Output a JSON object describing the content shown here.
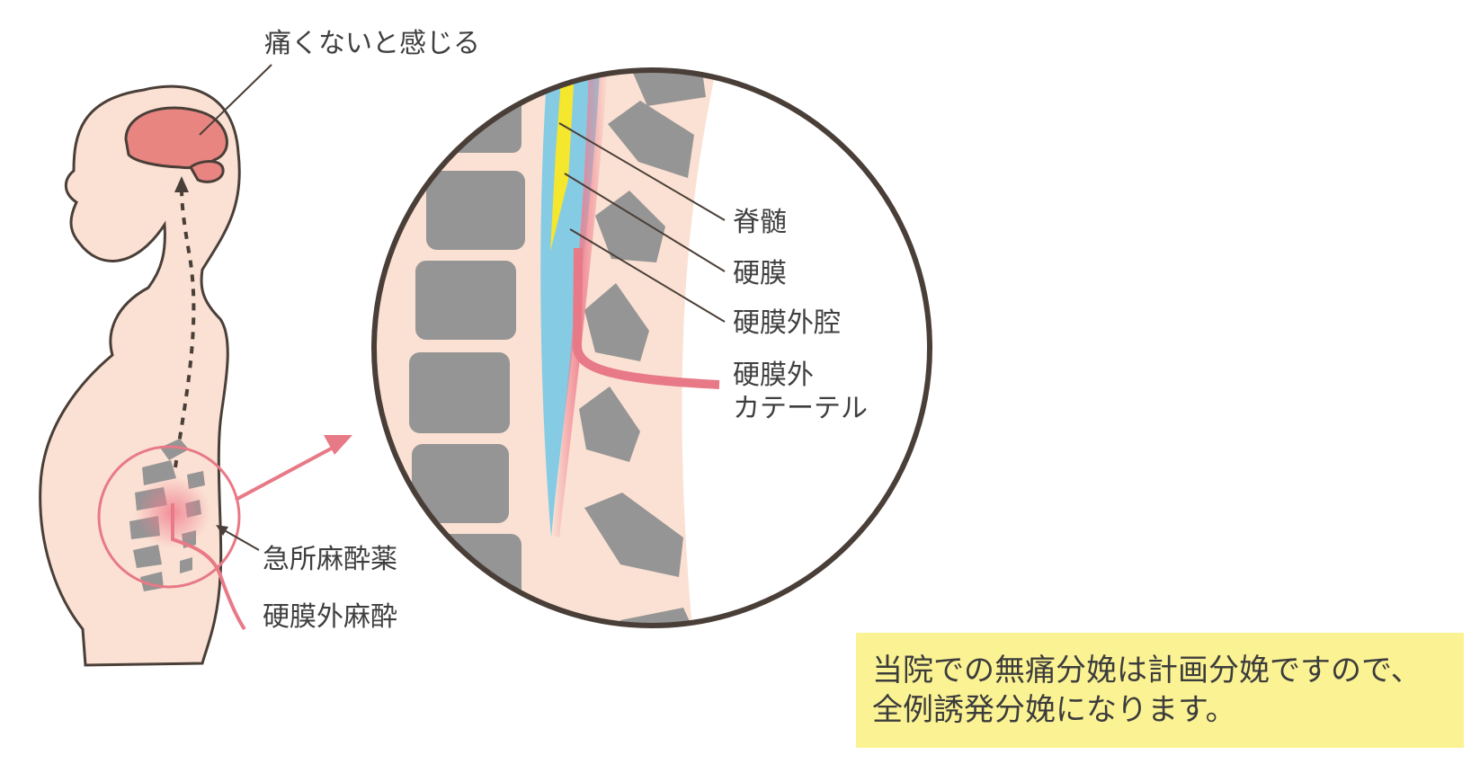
{
  "labels": {
    "brain": "痛くないと感じる",
    "spinal_cord": "脊髄",
    "dura": "硬膜",
    "epidural_space": "硬膜外腔",
    "catheter_line1": "硬膜外",
    "catheter_line2": "カテーテル",
    "local_anesthetic": "急所麻酔薬",
    "epidural_anesthesia": "硬膜外麻酔"
  },
  "note": {
    "line1": "当院での無痛分娩は計画分娩ですので、",
    "line2": "全例誘発分娩になります。"
  },
  "colors": {
    "skin": "#fbe1d3",
    "outline": "#4a3f38",
    "brain": "#e98580",
    "vertebra": "#959595",
    "spinal_cord": "#86cbe4",
    "dura": "#f5e62e",
    "catheter": "#e87986",
    "note_bg": "#fbf393"
  }
}
